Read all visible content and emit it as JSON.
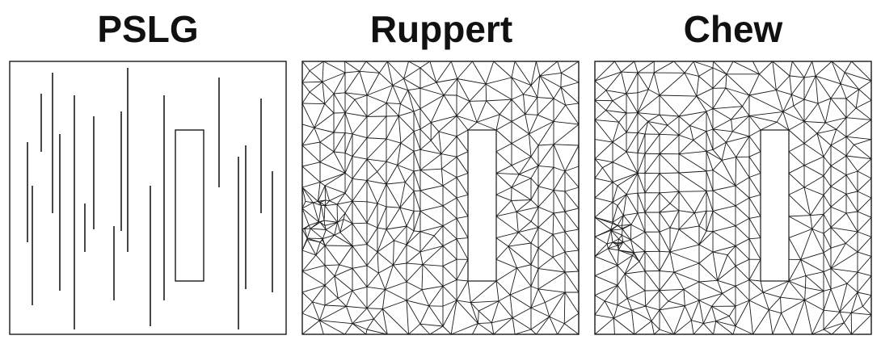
{
  "titles": {
    "pslg": "PSLG",
    "ruppert": "Ruppert",
    "chew": "Chew"
  },
  "colors": {
    "stroke": "#1a1a1a",
    "background": "#ffffff"
  }
}
